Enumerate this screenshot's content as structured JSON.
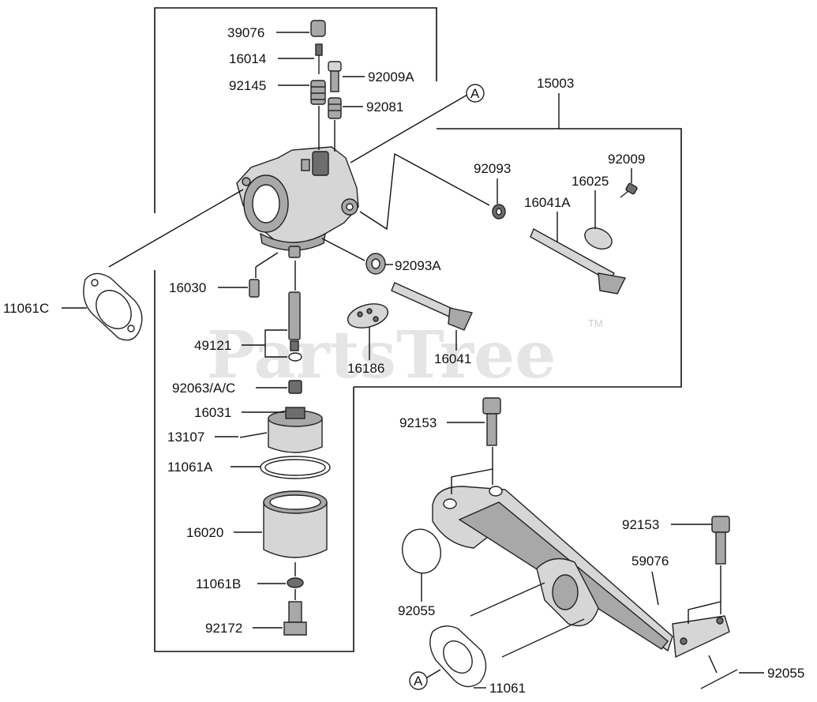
{
  "watermark": {
    "text": "PartsTree",
    "tm": "TM"
  },
  "callout_letter": "A",
  "parts": {
    "p39076": "39076",
    "p16014": "16014",
    "p92145": "92145",
    "p92009A": "92009A",
    "p92081": "92081",
    "p15003": "15003",
    "p92093": "92093",
    "p92009": "92009",
    "p16025": "16025",
    "p16041A": "16041A",
    "p92093A": "92093A",
    "p11061C": "11061C",
    "p16030": "16030",
    "p49121": "49121",
    "p16186": "16186",
    "p16041": "16041",
    "p92063": "92063/A/C",
    "p16031": "16031",
    "p13107": "13107",
    "p11061A": "11061A",
    "p16020": "16020",
    "p11061B": "11061B",
    "p92172": "92172",
    "p92153a": "92153",
    "p92153b": "92153",
    "p59076": "59076",
    "p92055a": "92055",
    "p92055b": "92055",
    "p11061": "11061"
  }
}
